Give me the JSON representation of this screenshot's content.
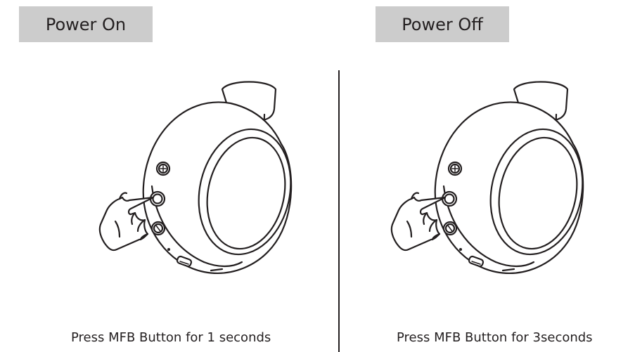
{
  "panels": [
    {
      "title": "Power On",
      "caption": "Press MFB Button for 1 seconds"
    },
    {
      "title": "Power Off",
      "caption": "Press MFB Button for 3seconds"
    }
  ],
  "icons": {
    "volume_up": "plus-icon",
    "mfb": "power-button-icon",
    "volume_down": "minus-icon",
    "pointer": "pointing-hand-icon"
  },
  "colors": {
    "header_background": "#cccccc",
    "text": "#231f20",
    "line": "#231f20"
  }
}
